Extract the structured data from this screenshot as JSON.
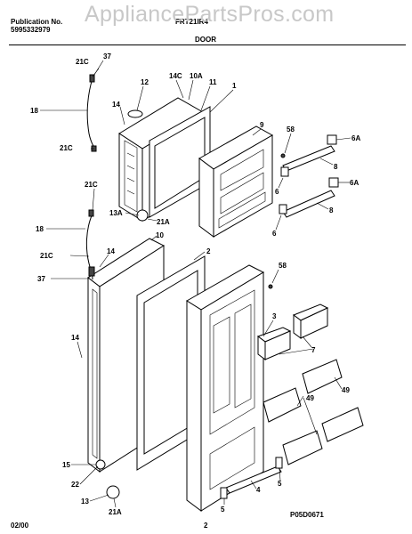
{
  "header": {
    "publication_label": "Publication No.",
    "publication_number": "5995332979",
    "model": "FRT21IR4",
    "watermark": "AppliancePartsPros.com",
    "section_title": "DOOR"
  },
  "footer": {
    "date": "02/00",
    "page": "2",
    "figure_code": "P05D0671"
  },
  "callouts": {
    "c21c_a": "21C",
    "c37_a": "37",
    "c18_a": "18",
    "c14_a": "14",
    "c12": "12",
    "c14c": "14C",
    "c10a": "10A",
    "c11": "11",
    "c1": "1",
    "c9": "9",
    "c21c_b": "21C",
    "c58_a": "58",
    "c6a_a": "6A",
    "c8_a": "8",
    "c6_a": "6",
    "c6a_b": "6A",
    "c8_b": "8",
    "c6_b": "6",
    "c21c_c": "21C",
    "c13a_a": "13A",
    "c18_b": "18",
    "c21a_a": "21A",
    "c10": "10",
    "c2": "2",
    "c21c_d": "21C",
    "c14_b": "14",
    "c58_b": "58",
    "c37_b": "37",
    "c3": "3",
    "c7": "7",
    "c14_c": "14",
    "c49_a": "49",
    "c49_b": "49",
    "c15": "15",
    "c22": "22",
    "c4": "4",
    "c5_a": "5",
    "c13": "13",
    "c21a_b": "21A",
    "c5_b": "5"
  }
}
